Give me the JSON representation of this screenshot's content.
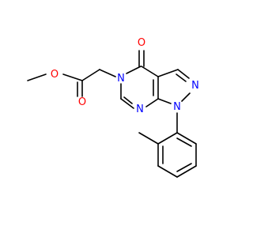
{
  "molecule": {
    "atom_labels": {
      "o_ether": "O",
      "o_carbonyl_ester": "O",
      "o_carbonyl_ring": "O",
      "n5": "N",
      "n_ring_bottom": "N",
      "n2": "N",
      "n1": "N"
    },
    "colors": {
      "oxygen": "#ff0000",
      "nitrogen": "#0000ff",
      "bond": "#000000",
      "background": "#ffffff"
    }
  }
}
